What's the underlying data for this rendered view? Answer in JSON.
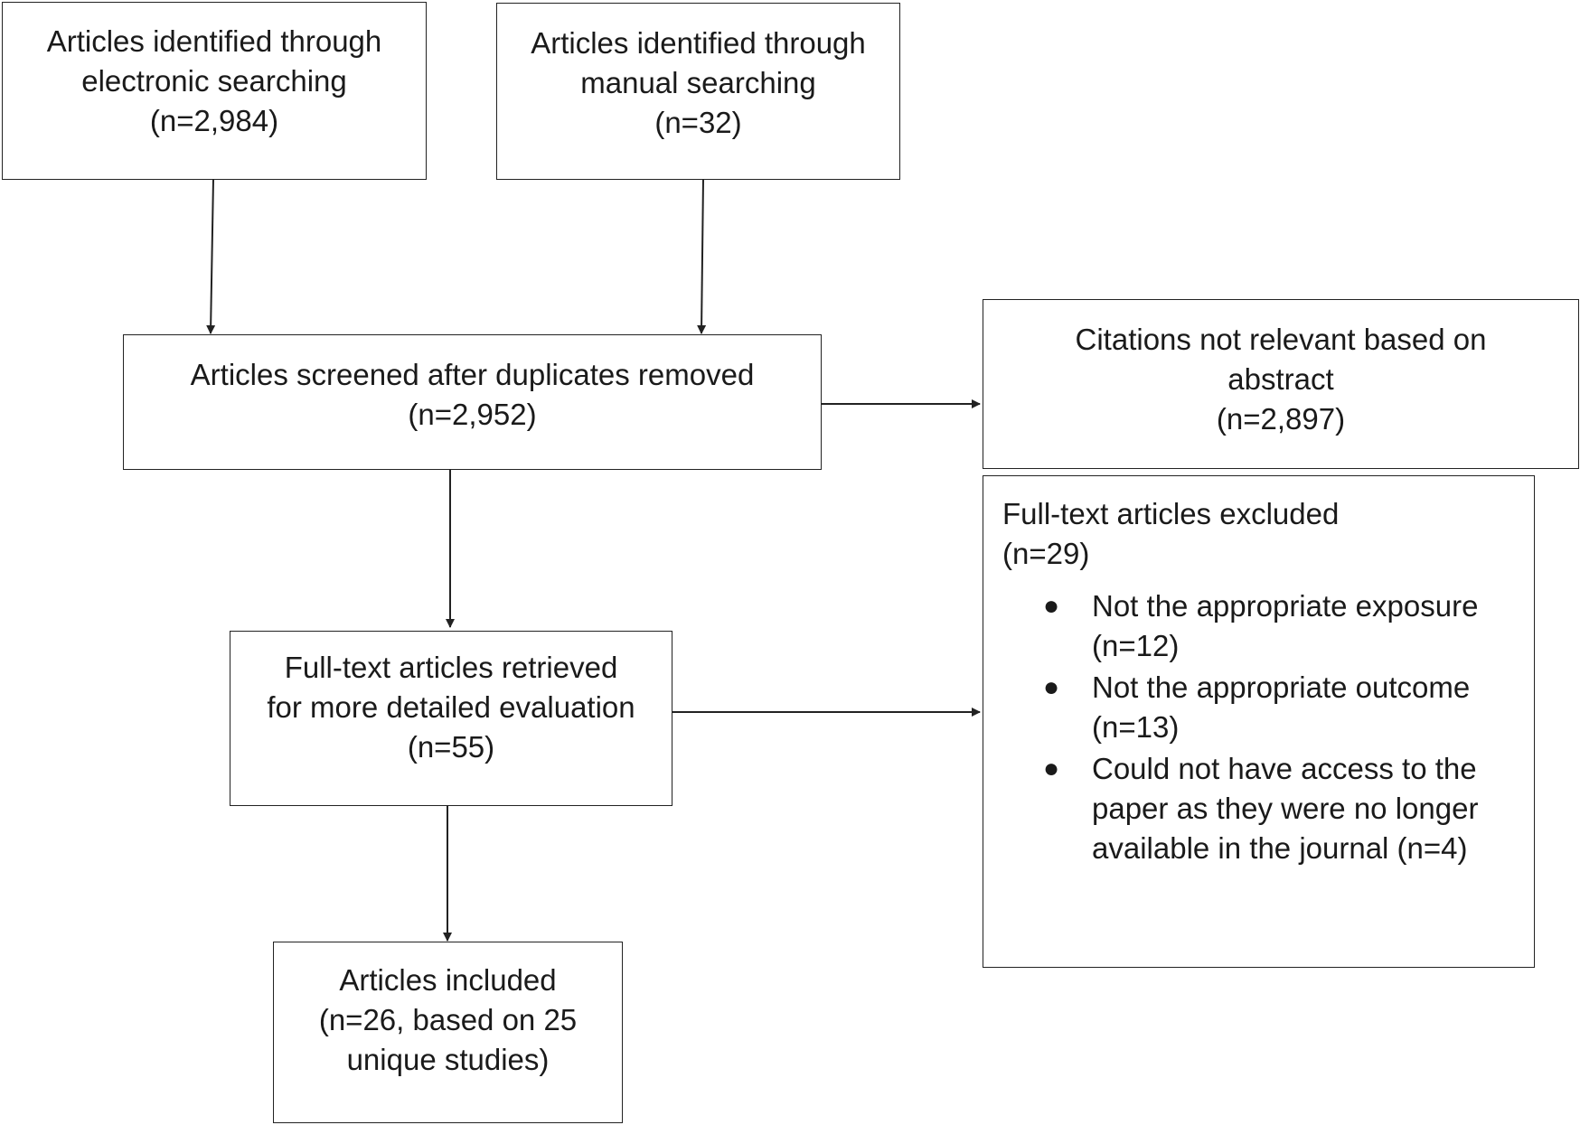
{
  "boxes": {
    "electronic": [
      "Articles identified through",
      "electronic searching",
      "(n=2,984)"
    ],
    "manual": [
      "Articles identified through",
      "manual searching",
      "(n=32)"
    ],
    "screened": [
      "Articles screened after duplicates removed",
      "(n=2,952)"
    ],
    "not_relevant": [
      "Citations not relevant based on",
      "abstract",
      "(n=2,897)"
    ],
    "fulltext": [
      "Full-text articles retrieved",
      "for more detailed evaluation",
      "(n=55)"
    ],
    "included": [
      "Articles included",
      "(n=26, based on 25",
      "unique studies)"
    ]
  },
  "excluded": {
    "title": "Full-text articles excluded",
    "count": "(n=29)",
    "items": [
      [
        "Not the appropriate exposure",
        "(n=12)"
      ],
      [
        "Not the appropriate outcome",
        "(n=13)"
      ],
      [
        "Could not have access to the",
        "paper as they were no longer",
        "available in the journal  (n=4)"
      ]
    ]
  },
  "colors": {
    "stroke": "#222222",
    "text": "#1a1a1a",
    "background": "#ffffff"
  }
}
